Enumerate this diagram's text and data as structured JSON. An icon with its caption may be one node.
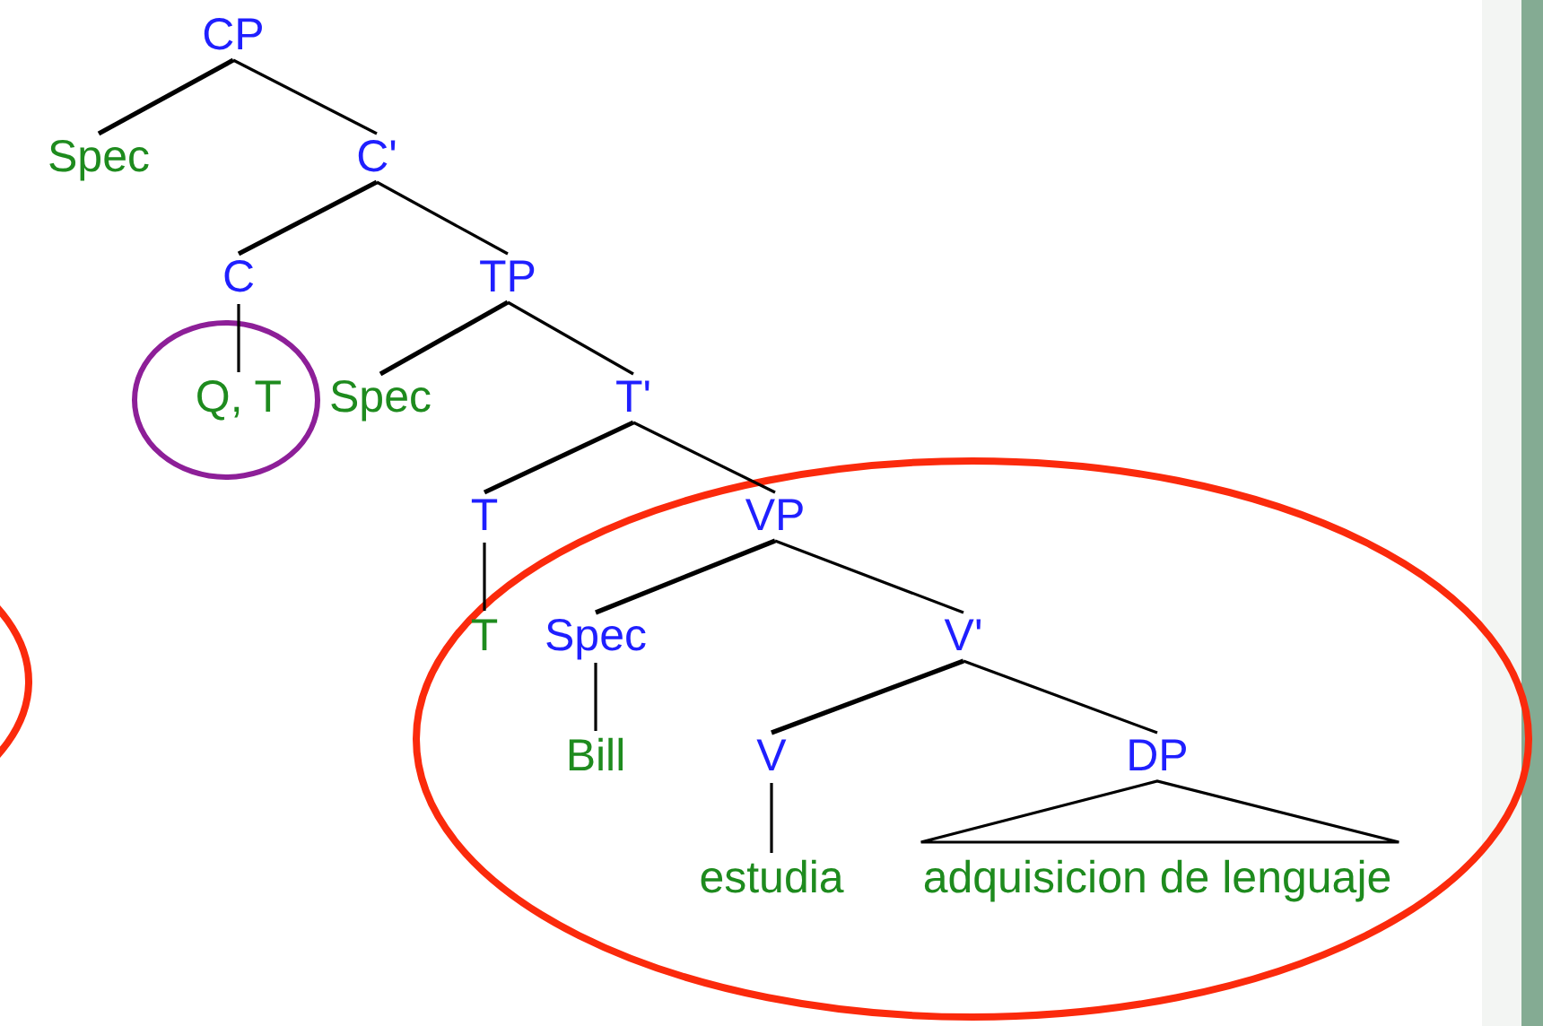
{
  "diagram": {
    "nodes": [
      {
        "text": [
          "CP"
        ]
      },
      {
        "text": [
          "Spec"
        ]
      },
      {
        "text": [
          "C'"
        ]
      },
      {
        "text": [
          "C"
        ]
      },
      {
        "text": [
          "TP"
        ]
      },
      {
        "text": [
          "Q, T"
        ]
      },
      {
        "text": [
          "Spec"
        ]
      },
      {
        "text": [
          "T'"
        ]
      },
      {
        "text": [
          "T"
        ]
      },
      {
        "text": [
          "VP"
        ]
      },
      {
        "text": [
          "T"
        ]
      },
      {
        "text": [
          "Spec"
        ]
      },
      {
        "text": [
          "V'"
        ]
      },
      {
        "text": [
          "Bill"
        ]
      },
      {
        "text": [
          "V"
        ]
      },
      {
        "text": [
          "DP"
        ]
      },
      {
        "text": [
          "estudia"
        ]
      },
      {
        "text": [
          "adquisicion de lenguaje"
        ]
      }
    ],
    "edges": [
      {
        "from": 0,
        "to": 1,
        "arrow": "none"
      },
      {
        "from": 0,
        "to": 2,
        "arrow": "none"
      },
      {
        "from": 2,
        "to": 3,
        "arrow": "none"
      },
      {
        "from": 2,
        "to": 4,
        "arrow": "none"
      },
      {
        "from": 3,
        "to": 5,
        "arrow": "none"
      },
      {
        "from": 4,
        "to": 6,
        "arrow": "none"
      },
      {
        "from": 4,
        "to": 7,
        "arrow": "none"
      },
      {
        "from": 7,
        "to": 8,
        "arrow": "none"
      },
      {
        "from": 7,
        "to": 9,
        "arrow": "none"
      },
      {
        "from": 8,
        "to": 10,
        "arrow": "none"
      },
      {
        "from": 9,
        "to": 11,
        "arrow": "none"
      },
      {
        "from": 9,
        "to": 12,
        "arrow": "none"
      },
      {
        "from": 11,
        "to": 13,
        "arrow": "none"
      },
      {
        "from": 12,
        "to": 14,
        "arrow": "none"
      },
      {
        "from": 12,
        "to": 15,
        "arrow": "none"
      },
      {
        "from": 14,
        "to": 16,
        "arrow": "none"
      },
      {
        "from": 15,
        "to": 17,
        "arrow": "none"
      }
    ]
  }
}
